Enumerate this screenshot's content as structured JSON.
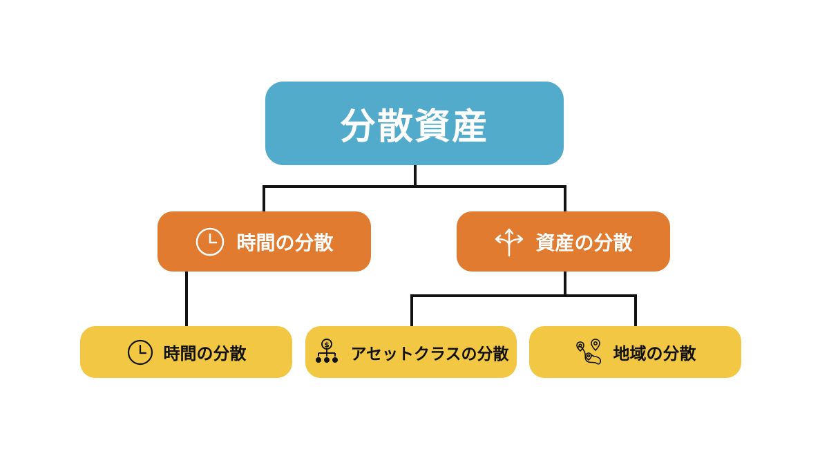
{
  "diagram": {
    "root": {
      "label": "分散資産"
    },
    "branches": [
      {
        "label": "時間の分散",
        "icon": "clock-icon",
        "children": [
          {
            "label": "時間の分散",
            "icon": "clock-icon"
          }
        ]
      },
      {
        "label": "資産の分散",
        "icon": "split-arrows-icon",
        "children": [
          {
            "label": "アセットクラスの分散",
            "icon": "investment-network-icon"
          },
          {
            "label": "地域の分散",
            "icon": "map-location-icon"
          }
        ]
      }
    ]
  },
  "colors": {
    "root": "#52abca",
    "branch": "#e07b30",
    "leaf": "#f1c743",
    "connector": "#111111"
  }
}
